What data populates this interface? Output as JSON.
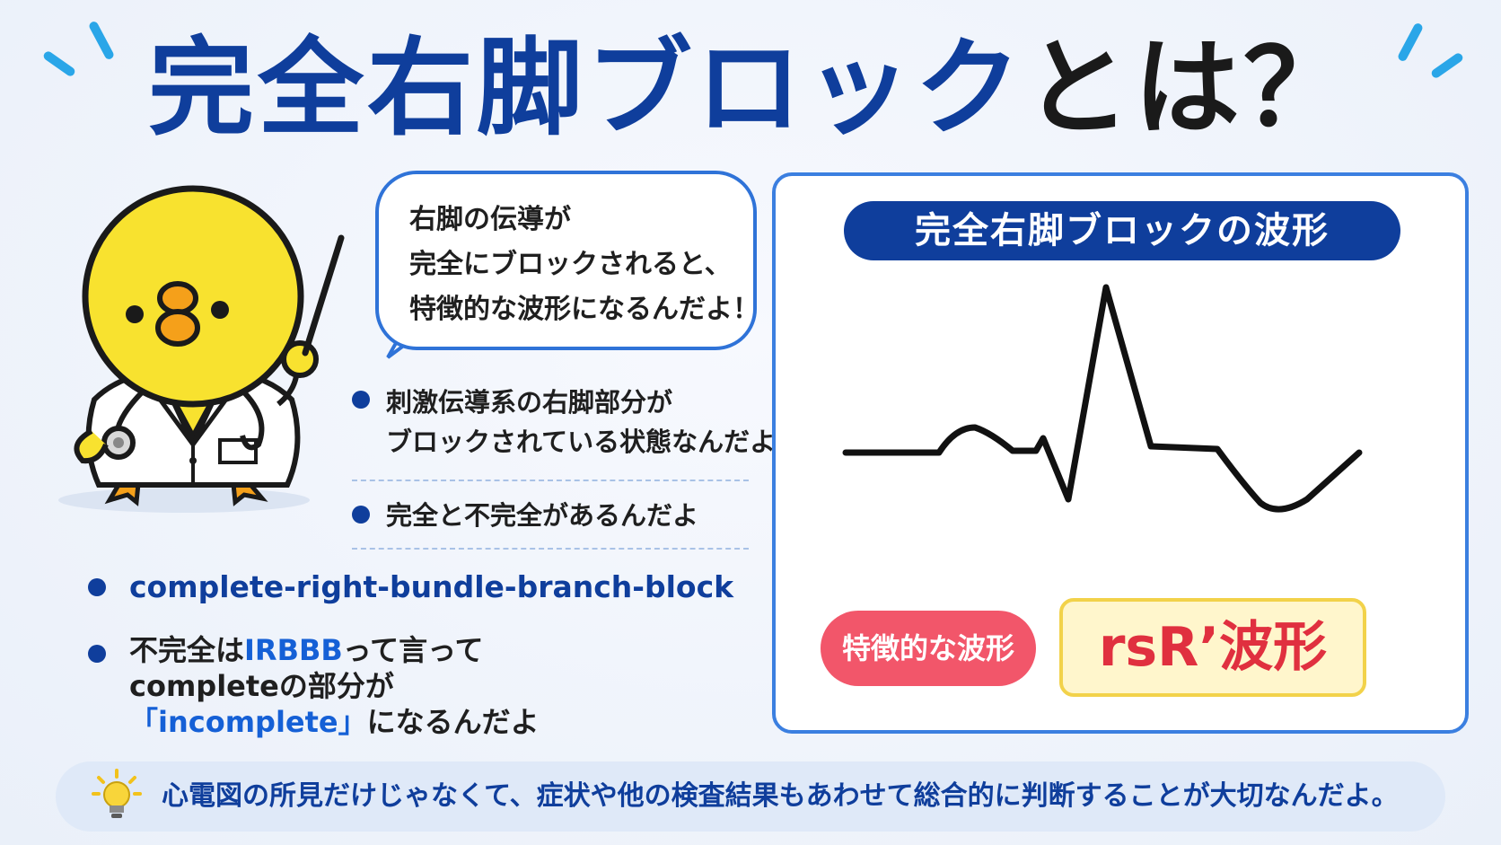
{
  "title": {
    "main": "完全右脚ブロック",
    "suffix": "とは？"
  },
  "bubble": {
    "line1": "右脚の伝導が",
    "line2": "完全にブロックされると、",
    "line3": "特徴的な波形になるんだよ！"
  },
  "bullets": {
    "b1_line1": "刺激伝導系の右脚部分が",
    "b1_line2": "ブロックされている状態なんだよ",
    "b2": "完全と不完全があるんだよ",
    "b3": "complete-right-bundle-branch-block",
    "b4_pre": "不完全は",
    "b4_hl": "IRBBB",
    "b4_post": "って言って",
    "b4_line2": "completeの部分が",
    "b4_line3_hl": "「incomplete」",
    "b4_line3_post": "になるんだよ"
  },
  "panel": {
    "heading": "完全右脚ブロックの波形",
    "feature_label": "特徴的な波形",
    "wave_name": "rsR’波形"
  },
  "footer": {
    "text": "心電図の所見だけじゃなくて、症状や他の検査結果もあわせて総合的に判断することが大切なんだよ。"
  },
  "icons": {
    "lightbulb": "lightbulb-icon",
    "sparkles": "sparkle-icon"
  },
  "colors": {
    "title_blue": "#0f3e9c",
    "accent_blue": "#1560d6",
    "panel_border": "#3b7fe0",
    "feature_red": "#f2566a",
    "wave_text_red": "#e0303f",
    "wave_box_yellow": "#fff6cc",
    "chick_yellow": "#f8e22f",
    "beak_orange": "#f5a01a"
  }
}
